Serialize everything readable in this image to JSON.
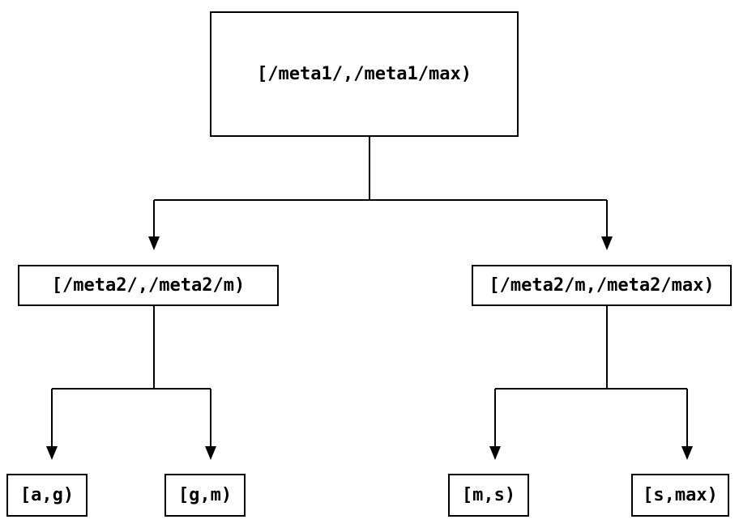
{
  "diagram": {
    "type": "binary-interval-tree",
    "colors": {
      "line": "#000000",
      "text": "#000000",
      "node_border": "#000000",
      "background": "#ffffff"
    },
    "root": {
      "label": "[/meta1/,/meta1/max)"
    },
    "level1": [
      {
        "label": "[/meta2/,/meta2/m)"
      },
      {
        "label": "[/meta2/m,/meta2/max)"
      }
    ],
    "level2": [
      {
        "label": "[a,g)"
      },
      {
        "label": "[g,m)"
      },
      {
        "label": "[m,s)"
      },
      {
        "label": "[s,max)"
      }
    ],
    "edges": [
      {
        "from": "[/meta1/,/meta1/max)",
        "to": "[/meta2/,/meta2/m)"
      },
      {
        "from": "[/meta1/,/meta1/max)",
        "to": "[/meta2/m,/meta2/max)"
      },
      {
        "from": "[/meta2/,/meta2/m)",
        "to": "[a,g)"
      },
      {
        "from": "[/meta2/,/meta2/m)",
        "to": "[g,m)"
      },
      {
        "from": "[/meta2/m,/meta2/max)",
        "to": "[m,s)"
      },
      {
        "from": "[/meta2/m,/meta2/max)",
        "to": "[s,max)"
      }
    ]
  }
}
